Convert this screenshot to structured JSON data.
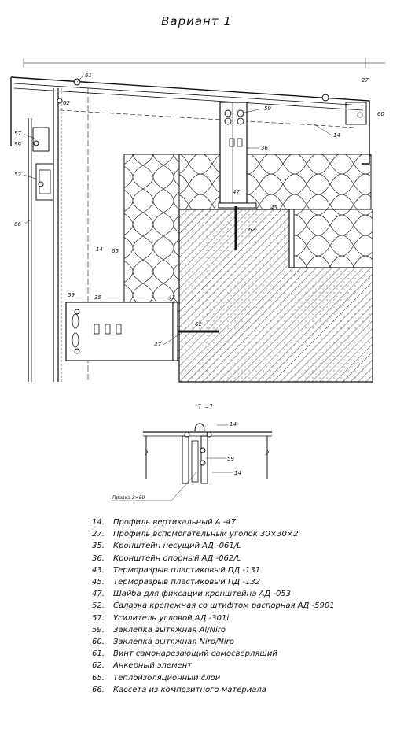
{
  "title": "Вариант 1",
  "section_title": "1 –1",
  "section_note": "Правка 3×50",
  "callouts": {
    "c61": "61",
    "c62a": "62",
    "c27": "27",
    "c60": "60",
    "c59a": "59",
    "c14a": "14",
    "c36": "36",
    "c57": "57",
    "c59b": "59",
    "c52": "52",
    "c47a": "47",
    "c45": "45",
    "c62b": "62",
    "c66": "66",
    "c14b": "14",
    "c65": "65",
    "c59c": "59",
    "c35": "35",
    "c43": "43",
    "c62c": "62",
    "c47b": "47",
    "s14": "14",
    "s59": "59",
    "s14b": "14"
  },
  "legend": [
    {
      "num": "14.",
      "text": "Профиль вертикальный А -47"
    },
    {
      "num": "27.",
      "text": "Профиль вспомогательный уголок 30×30×2"
    },
    {
      "num": "35.",
      "text": "Кронштейн несущий АД -061/L"
    },
    {
      "num": "36.",
      "text": "Кронштейн опорный АД -062/L"
    },
    {
      "num": "43.",
      "text": "Терморазрыв пластиковый ПД -131"
    },
    {
      "num": "45.",
      "text": "Терморазрыв пластиковый ПД -132"
    },
    {
      "num": "47.",
      "text": "Шайба для фиксации кронштейна АД -053"
    },
    {
      "num": "52.",
      "text": "Салазка крепежная со штифтом распорная АД -5901"
    },
    {
      "num": "57.",
      "text": "Усилитель угловой АД -301i"
    },
    {
      "num": "59.",
      "text": "Заклепка вытяжная Al/Niro"
    },
    {
      "num": "60.",
      "text": "Заклепка вытяжная Niro/Niro"
    },
    {
      "num": "61.",
      "text": "Винт самонарезающий самосверлящий"
    },
    {
      "num": "62.",
      "text": "Анкерный элемент"
    },
    {
      "num": "65.",
      "text": "Теплоизоляционный слой"
    },
    {
      "num": "66.",
      "text": "Кассета из композитного материала"
    }
  ]
}
